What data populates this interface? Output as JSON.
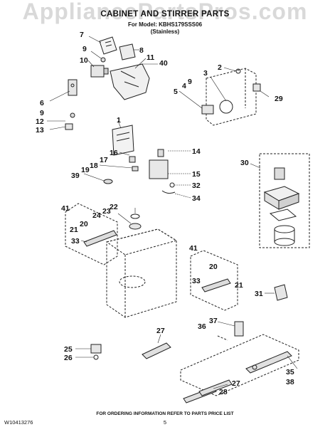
{
  "header": {
    "title": "CABINET AND STIRRER PARTS",
    "model_line": "For Model: KBHS179SSS06",
    "finish": "(Stainless)"
  },
  "watermark": "AppliancePartsPros.com",
  "footer": {
    "instruction": "FOR ORDERING INFORMATION REFER TO PARTS PRICE LIST",
    "doc_number": "W10413276",
    "page_number": "5"
  },
  "callouts": {
    "c7": "7",
    "c9a": "9",
    "c8": "8",
    "c10": "10",
    "c11": "11",
    "c40": "40",
    "c6": "6",
    "c9b": "9",
    "c12": "12",
    "c13": "13",
    "c2": "2",
    "c3": "3",
    "c9c": "9",
    "c4": "4",
    "c5": "5",
    "c29": "29",
    "c1": "1",
    "c16": "16",
    "c17": "17",
    "c18": "18",
    "c19": "19",
    "c39": "39",
    "c14": "14",
    "c15": "15",
    "c32": "32",
    "c34": "34",
    "c30": "30",
    "c41a": "41",
    "c21a": "21",
    "c20a": "20",
    "c24": "24",
    "c23": "23",
    "c22": "22",
    "c33a": "33",
    "c41b": "41",
    "c20b": "20",
    "c33b": "33",
    "c21b": "21",
    "c31": "31",
    "c27a": "27",
    "c37": "37",
    "c36": "36",
    "c25": "25",
    "c26": "26",
    "c35": "35",
    "c38": "38",
    "c27b": "27",
    "c28": "28"
  }
}
